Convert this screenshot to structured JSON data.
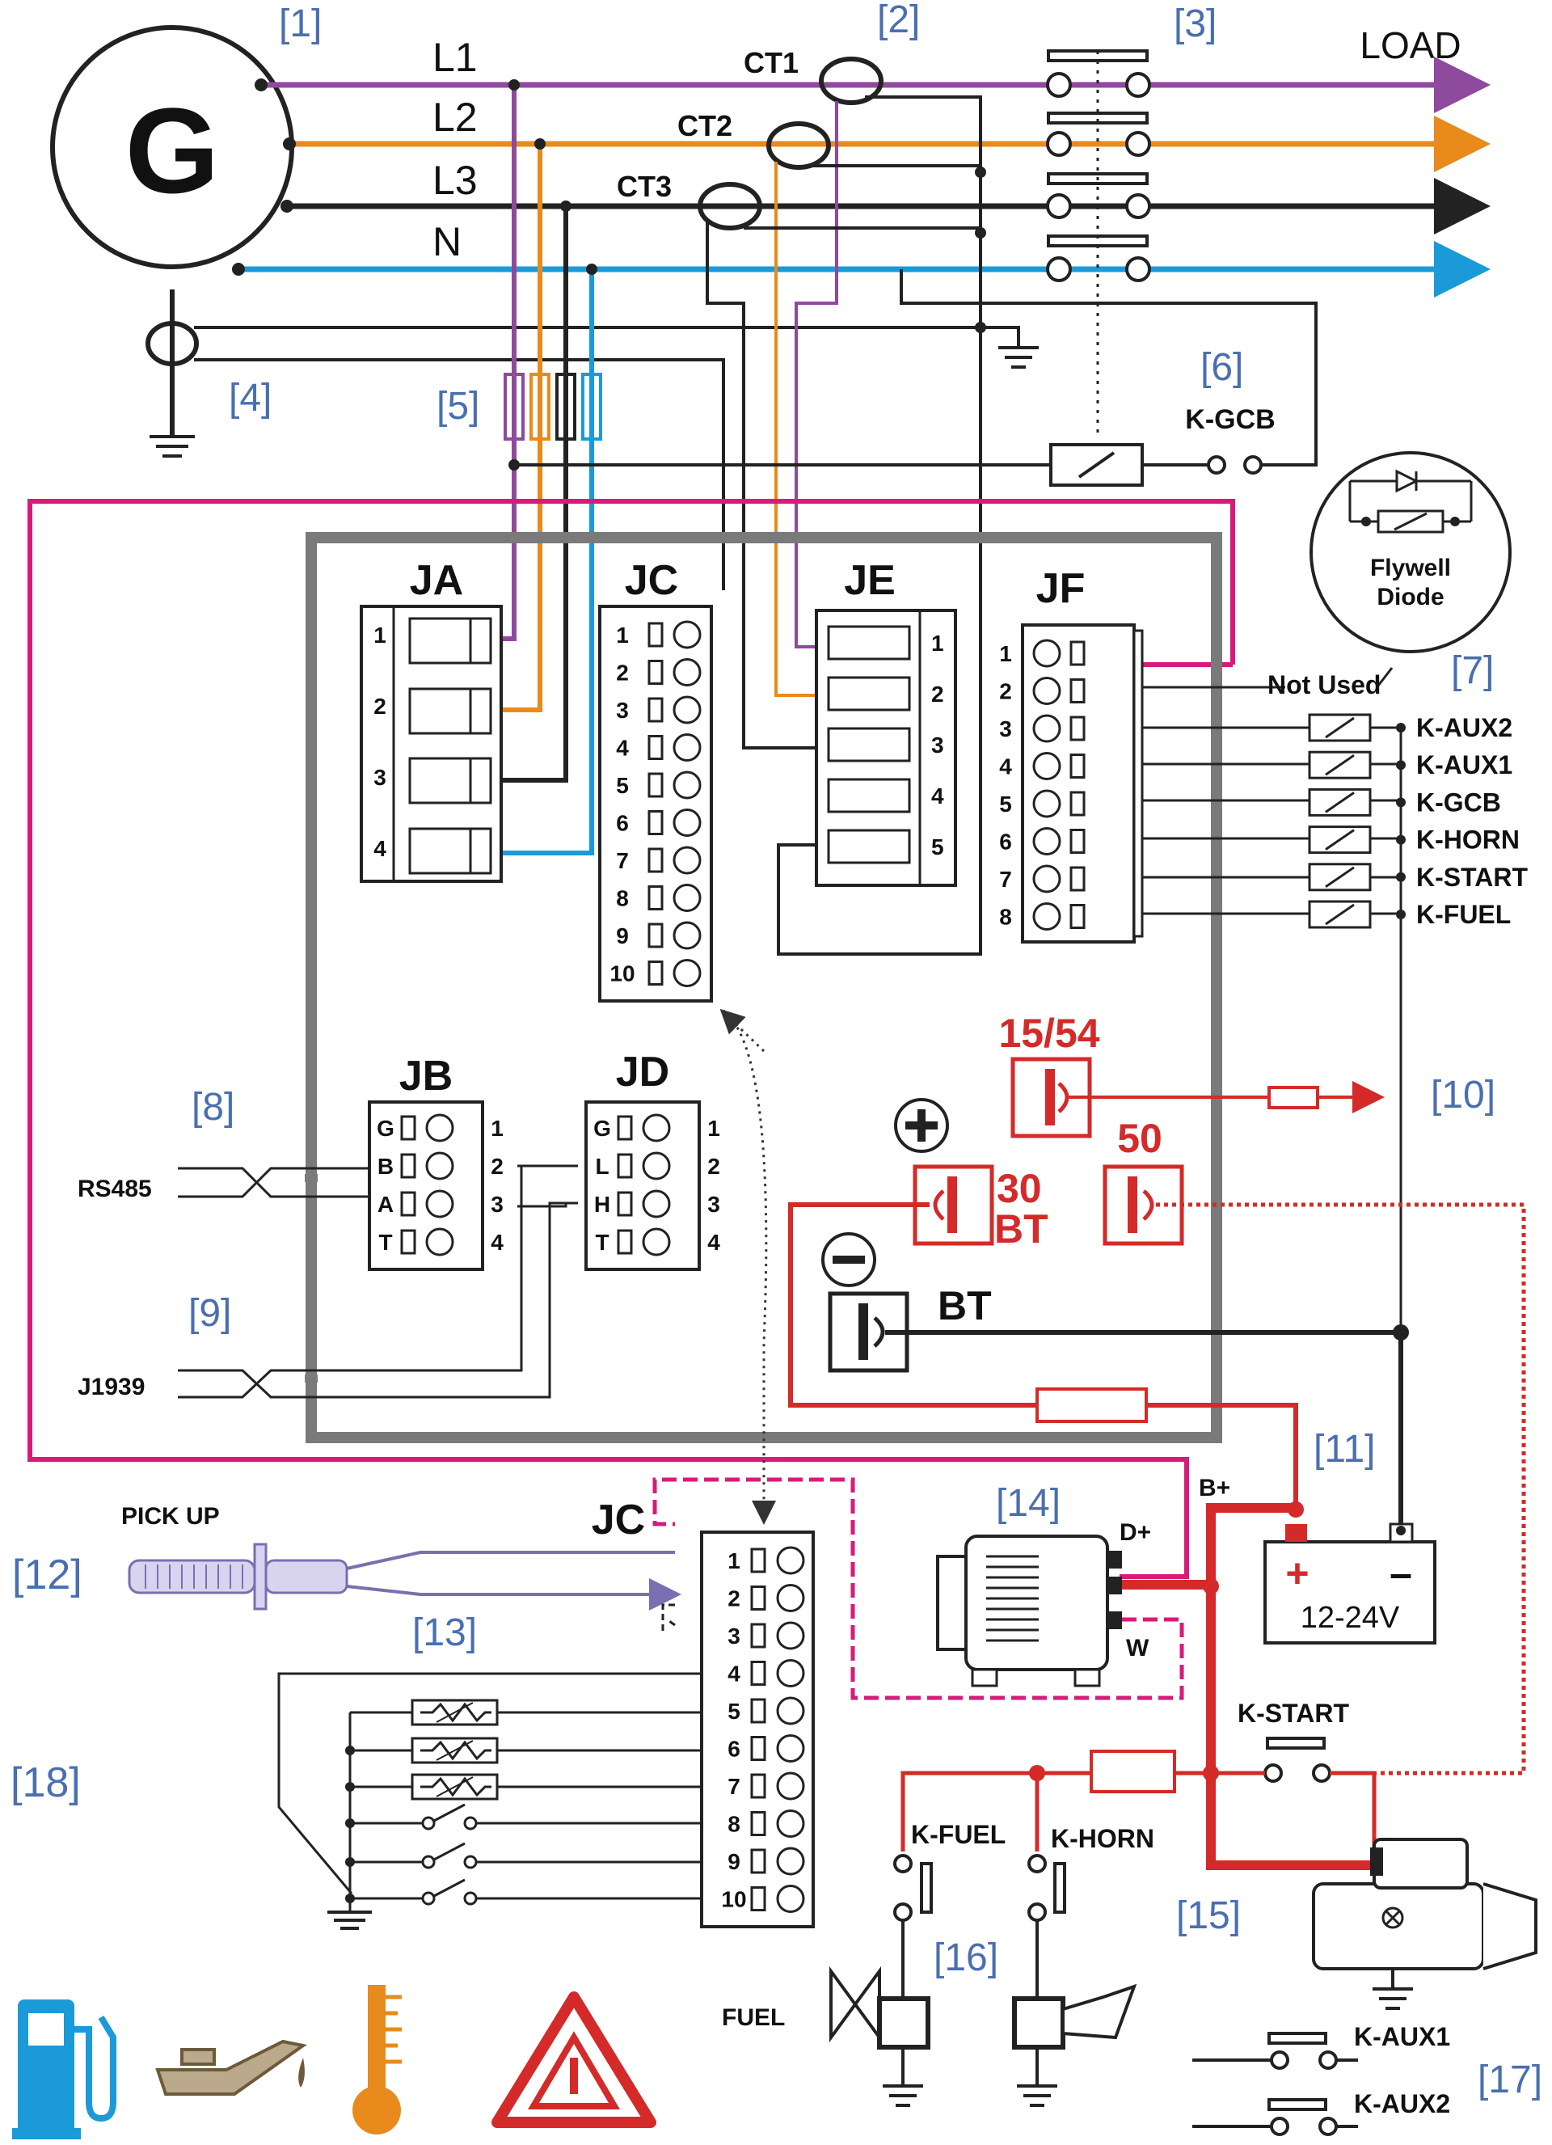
{
  "generator": {
    "label": "G"
  },
  "lines": {
    "l1": "L1",
    "l2": "L2",
    "l3": "L3",
    "n": "N",
    "load": "LOAD"
  },
  "ct": {
    "ct1": "CT1",
    "ct2": "CT2",
    "ct3": "CT3"
  },
  "refs": {
    "r1": "[1]",
    "r2": "[2]",
    "r3": "[3]",
    "r4": "[4]",
    "r5": "[5]",
    "r6": "[6]",
    "r7": "[7]",
    "r8": "[8]",
    "r9": "[9]",
    "r10": "[10]",
    "r11": "[11]",
    "r12": "[12]",
    "r13": "[13]",
    "r14": "[14]",
    "r15": "[15]",
    "r16": "[16]",
    "r17": "[17]",
    "r18": "[18]"
  },
  "connectors": {
    "ja": "JA",
    "jc": "JC",
    "je": "JE",
    "jf": "JF",
    "jb": "JB",
    "jd": "JD",
    "jc_bottom": "JC"
  },
  "ja_pins": [
    "1",
    "2",
    "3",
    "4"
  ],
  "jc_pins": [
    "1",
    "2",
    "3",
    "4",
    "5",
    "6",
    "7",
    "8",
    "9",
    "10"
  ],
  "je_pins": [
    "1",
    "2",
    "3",
    "4",
    "5"
  ],
  "jf_pins": [
    "1",
    "2",
    "3",
    "4",
    "5",
    "6",
    "7",
    "8"
  ],
  "jb_pins": {
    "letters": [
      "G",
      "B",
      "A",
      "T"
    ],
    "numbers": [
      "1",
      "2",
      "3",
      "4"
    ]
  },
  "jd_pins": {
    "letters": [
      "G",
      "L",
      "H",
      "T"
    ],
    "numbers": [
      "1",
      "2",
      "3",
      "4"
    ]
  },
  "relays": {
    "kgcb": "K-GCB",
    "flywell": "Flywell",
    "diode": "Diode",
    "not_used": "Not Used",
    "list": [
      "K-AUX2",
      "K-AUX1",
      "K-GCB",
      "K-HORN",
      "K-START",
      "K-FUEL"
    ]
  },
  "terminals": {
    "t1554": "15/54",
    "t50": "50",
    "t30": "30",
    "tbt": "BT",
    "bt_minus": "BT"
  },
  "comm": {
    "rs485": "RS485",
    "j1939": "J1939"
  },
  "sensors": {
    "pickup": "PICK UP"
  },
  "alternator": {
    "dplus": "D+",
    "w": "W",
    "bplus": "B+"
  },
  "battery": {
    "voltage": "12-24V",
    "plus": "+",
    "minus": "–"
  },
  "outputs": {
    "kstart": "K-START",
    "kfuel": "K-FUEL",
    "khorn": "K-HORN",
    "fuel": "FUEL",
    "kaux1": "K-AUX1",
    "kaux2": "K-AUX2"
  },
  "colors": {
    "l1": "#8e4a9c",
    "l2": "#e88a1c",
    "l3": "#222222",
    "n": "#1a9ad8",
    "magenta": "#d81b7a",
    "red": "#d42a2a",
    "gray": "#7a7a7a",
    "ref": "#4a6fb0"
  },
  "icons": [
    "fuel-pump-icon",
    "oil-can-icon",
    "thermometer-icon",
    "hazard-triangle-icon",
    "plus-sign-icon",
    "minus-sign-icon"
  ]
}
